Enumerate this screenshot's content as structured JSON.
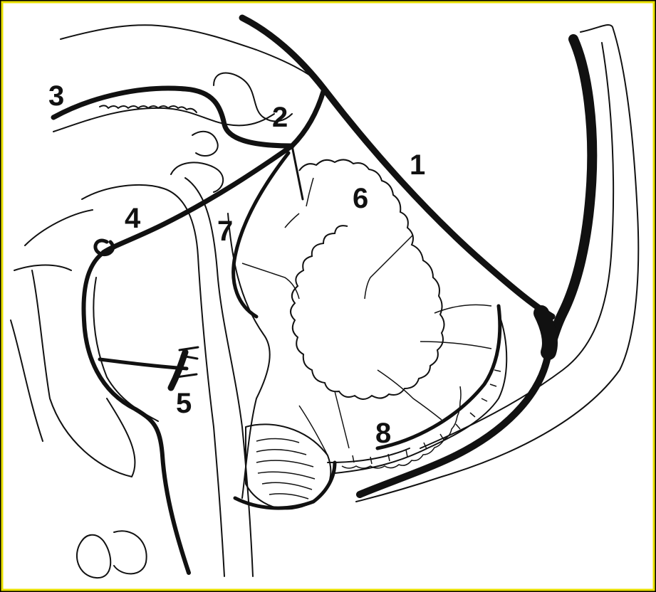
{
  "labels": {
    "l1": "1",
    "l2": "2",
    "l3": "3",
    "l4": "4",
    "l5": "5",
    "l6": "6",
    "l7": "7",
    "l8": "8"
  },
  "colors": {
    "border": "#e8e000",
    "ink": "#111111",
    "paper": "#ffffff",
    "background": "#000000"
  }
}
